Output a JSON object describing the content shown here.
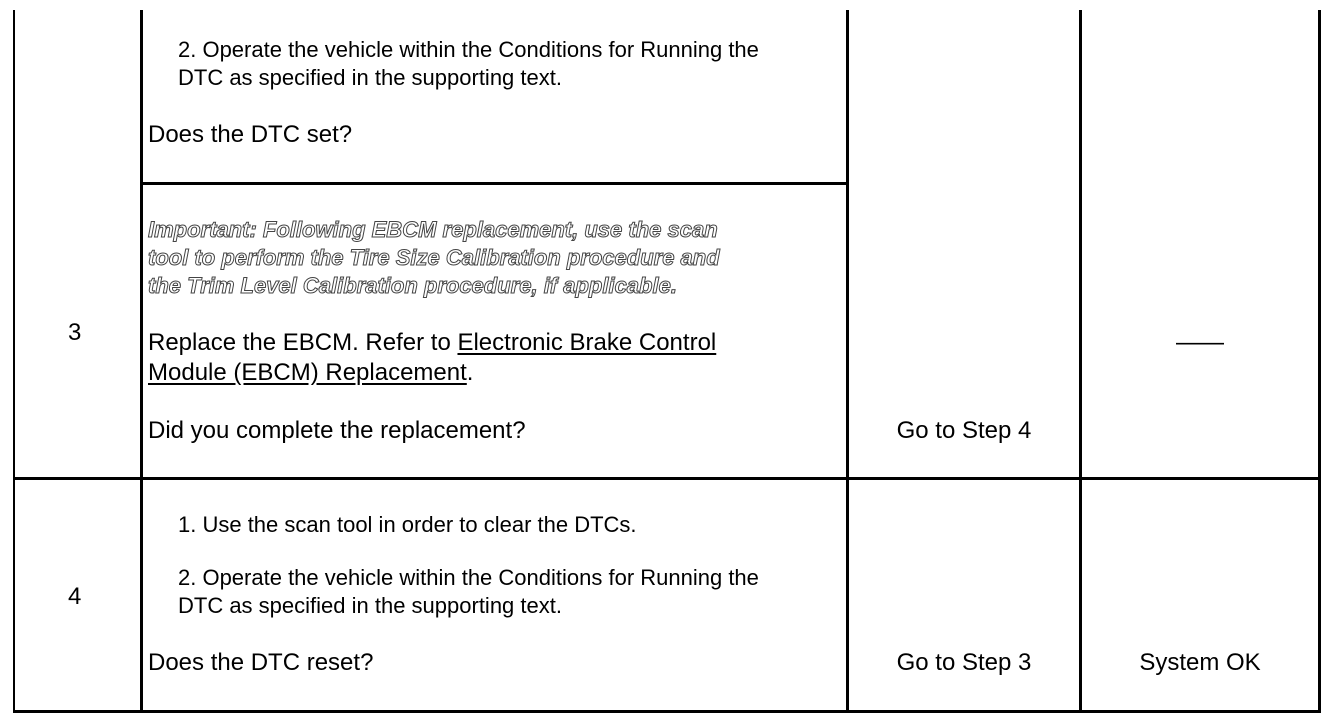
{
  "table": {
    "row_top": {
      "step2_operate_line1": "2. Operate the vehicle within the Conditions for Running the",
      "step2_operate_line2": "DTC as specified in the supporting text.",
      "question": "Does the DTC set?"
    },
    "row3": {
      "step_number": "3",
      "important_line1": "Important: Following EBCM replacement, use the scan",
      "important_line2": "tool to perform the Tire Size Calibration procedure and",
      "important_line3": "the Trim Level Calibration procedure, if applicable.",
      "replace_prefix": "Replace the EBCM. Refer to ",
      "link_line1": "Electronic Brake Control",
      "link_line2": "Module (EBCM) Replacement",
      "replace_suffix": ".",
      "question": "Did you complete the replacement?",
      "yes_action": "Go to Step 4",
      "no_action": "——"
    },
    "row4": {
      "step_number": "4",
      "step1_clear": "1. Use the scan tool in order to clear the DTCs.",
      "step2_operate_line1": "2. Operate the vehicle within the Conditions for Running the",
      "step2_operate_line2": "DTC as specified in the supporting text.",
      "question": "Does the DTC reset?",
      "yes_action": "Go to Step 3",
      "no_action": "System OK"
    }
  }
}
